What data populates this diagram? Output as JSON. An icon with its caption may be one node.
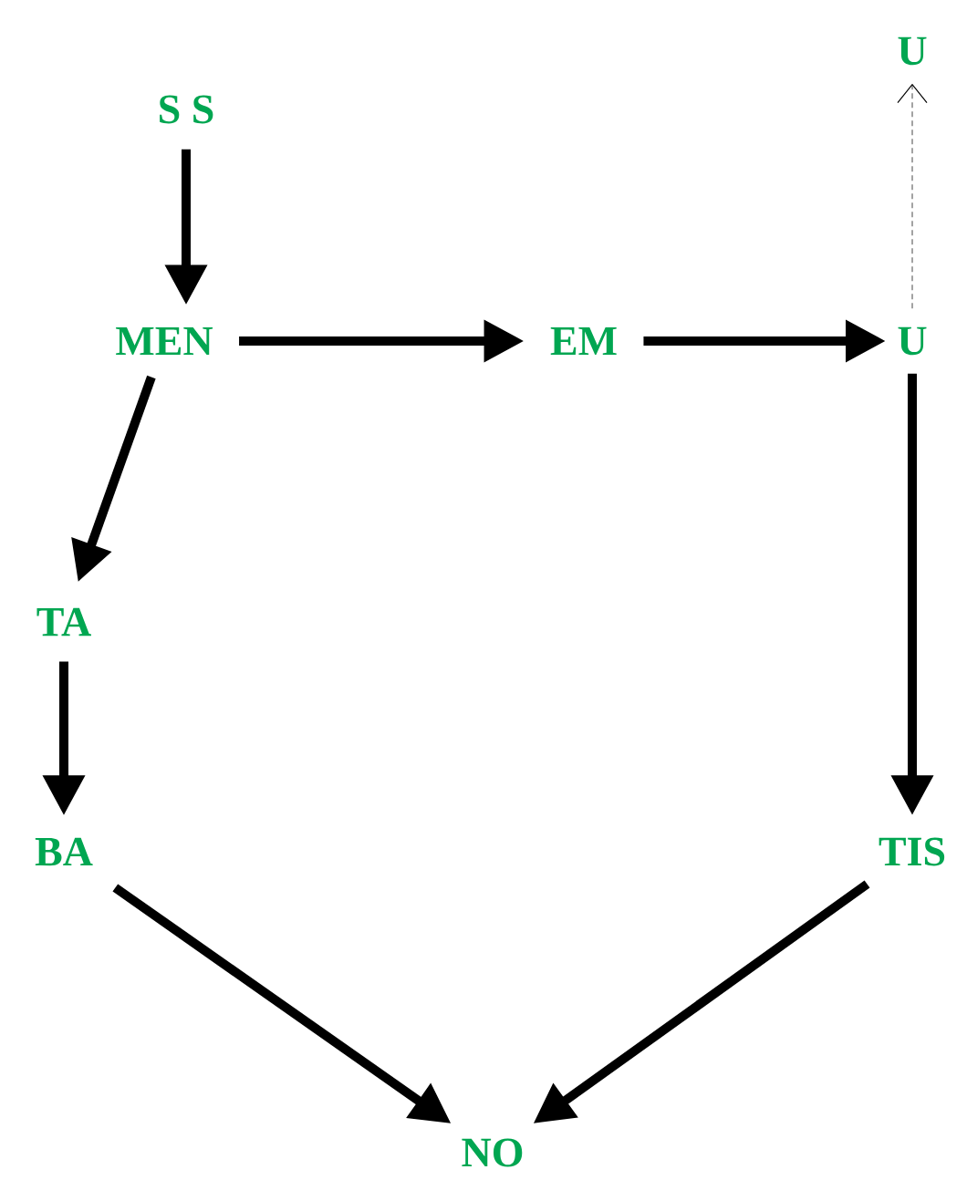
{
  "diagram": {
    "nodes": [
      {
        "text": [
          "U"
        ]
      },
      {
        "text": [
          "S S"
        ]
      },
      {
        "text": [
          "MEN"
        ]
      },
      {
        "text": [
          "EM"
        ]
      },
      {
        "text": [
          "U"
        ]
      },
      {
        "text": [
          "TA"
        ]
      },
      {
        "text": [
          "BA"
        ]
      },
      {
        "text": [
          "TIS"
        ]
      },
      {
        "text": [
          "NO"
        ]
      }
    ],
    "edges": [
      {
        "from": 1,
        "to": 2,
        "arrow": "to"
      },
      {
        "from": 2,
        "to": 3,
        "arrow": "to"
      },
      {
        "from": 3,
        "to": 4,
        "arrow": "to"
      },
      {
        "from": 4,
        "to": 0,
        "arrow": "to",
        "style": "dashed",
        "color": "#666666"
      },
      {
        "from": 2,
        "to": 5,
        "arrow": "to"
      },
      {
        "from": 5,
        "to": 6,
        "arrow": "to"
      },
      {
        "from": 4,
        "to": 7,
        "arrow": "to"
      },
      {
        "from": 6,
        "to": 8,
        "arrow": "to"
      },
      {
        "from": 7,
        "to": 8,
        "arrow": "to"
      }
    ]
  }
}
